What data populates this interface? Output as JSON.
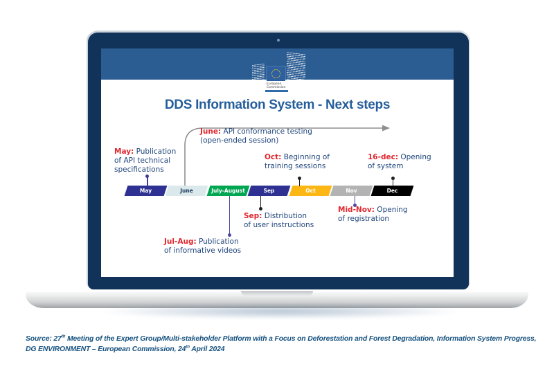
{
  "slide": {
    "band_color": "#2b5c92",
    "logo": {
      "line1": "European",
      "line2": "Commission"
    },
    "title": "DDS Information System - Next steps",
    "title_color": "#245e9b",
    "timeline": {
      "prefix_color": "#e0262d",
      "body_color": "#20457c",
      "bar_segments": [
        {
          "label": "May",
          "color": "#2e3192",
          "text_color": "#ffffff"
        },
        {
          "label": "June",
          "color": "#dce9ec",
          "text_color": "#17365d"
        },
        {
          "label": "July-August",
          "color": "#00a651",
          "text_color": "#ffffff"
        },
        {
          "label": "Sep",
          "color": "#2e3192",
          "text_color": "#ffffff"
        },
        {
          "label": "Oct",
          "color": "#fdb714",
          "text_color": "#ffffff"
        },
        {
          "label": "Nov",
          "color": "#b3b3b3",
          "text_color": "#ffffff"
        },
        {
          "label": "Dec",
          "color": "#000000",
          "text_color": "#ffffff"
        }
      ],
      "milestones": [
        {
          "id": "may",
          "prefix": "May:",
          "body": "Publication\nof API technical\nspecifications",
          "connector_color": "#3d3c99"
        },
        {
          "id": "june",
          "prefix": "June:",
          "body": "API conformance testing\n(open-ended session)",
          "connector_color": "#8f8f8f"
        },
        {
          "id": "julaug",
          "prefix": "Jul-Aug:",
          "body": "Publication\nof informative videos",
          "connector_color": "#4a49a2"
        },
        {
          "id": "sep",
          "prefix": "Sep:",
          "body": "Distribution\nof user instructions",
          "connector_color": "#1f1f1f"
        },
        {
          "id": "oct",
          "prefix": "Oct:",
          "body": "Beginning of\ntraining sessions",
          "connector_color": "#1f1f1f"
        },
        {
          "id": "midnov",
          "prefix": "Mid-Nov:",
          "body": "Opening\nof registration",
          "connector_color": "#4a49a2"
        },
        {
          "id": "dec16",
          "prefix": "16-dec:",
          "body": "Opening\nof system",
          "connector_color": "#1f1f1f"
        }
      ]
    }
  },
  "footer": {
    "line1": "Source: 27th Meeting of the Expert Group/Multi-stakeholder Platform with a Focus on Deforestation and Forest Degradation, Information System Progress,",
    "line2": "DG ENVIRONMENT – European Commission, 24th April 2024"
  }
}
